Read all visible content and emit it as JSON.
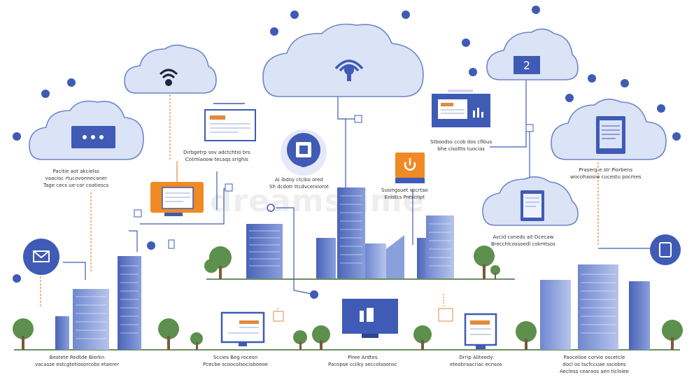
{
  "watermark": "dreamstime",
  "badge_number": "2",
  "colors": {
    "cloud_fill": "#dbe3f7",
    "cloud_stroke": "#6d86c9",
    "accent_blue": "#3f5bb5",
    "accent_orange": "#f08a24",
    "building_blue": "#5b74c4",
    "tree_green": "#5d8f4d",
    "ground_line": "#3b6b2f",
    "connector_orange": "#e08a3c"
  },
  "icons": {
    "cloud_wifi_left": "wifi-icon",
    "cloud_signal_center": "signal-icon",
    "cloud_chat_left": "chat-icon",
    "cloud_number_right": "number-badge-icon",
    "mail_circle": "mail-icon",
    "tablet_circle": "tablet-icon",
    "chip_circle": "chip-icon",
    "power_box": "power-icon"
  },
  "captions": [
    {
      "lines": [
        "Dirbgetrp sov adctchtio brs ",
        "Cotmlaoow tecaqs srighis"
      ]
    },
    {
      "lines": [
        "Pacitie aot akcielss",
        "vaacioc rtucovonnecaner",
        "Tage cecs ue-cor coatiescs"
      ]
    },
    {
      "lines": [
        "Ai ibdoy ctciko ored",
        "Sh dcdotr ttcdvcerxiorot"
      ]
    },
    {
      "lines": [
        "Susingsuet socrtao",
        "Enistcs Prescript"
      ]
    },
    {
      "lines": [
        "Stboodss ccob dos cfibus",
        "bhe cisoltts tuocias"
      ]
    },
    {
      "lines": [
        "Praserg e str Piorbens",
        "wocohaosiw cucestu pocmes"
      ]
    },
    {
      "lines": [
        "Avcid coneds ait Dcecaw",
        "Brecchlcossoedl cokmtsos"
      ]
    },
    {
      "lines": [
        "Bestete Redtde Bierkn",
        "vacasse estcgtetiosorcobs etaerer"
      ]
    },
    {
      "lines": [
        "Sccies Beg rocesn",
        "Pcecbe scoocolsociaboeoe"
      ]
    },
    {
      "lines": [
        "Piree Ardtes",
        "Pacopse cciiky seccolsoonsc"
      ]
    },
    {
      "lines": [
        "Drrip Aliteedy",
        "eteobraacriac ecnsos"
      ]
    },
    {
      "lines": [
        "Paocelioe corvie oscetcle",
        "docl os tscfccuae sscebes",
        "Aecless cearaos aen ticloiee"
      ]
    }
  ]
}
